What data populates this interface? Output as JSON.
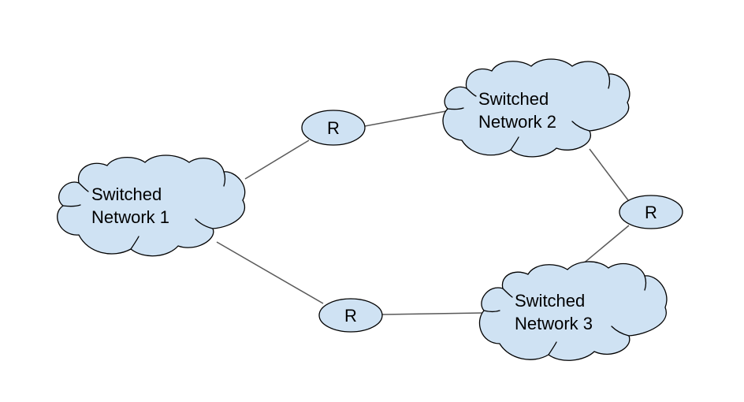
{
  "diagram": {
    "colors": {
      "node_fill": "#cfe2f3",
      "node_stroke": "#000000",
      "link_stroke": "#595959"
    },
    "networks": [
      {
        "id": "network-1",
        "line1": "Switched",
        "line2": "Network 1"
      },
      {
        "id": "network-2",
        "line1": "Switched",
        "line2": "Network 2"
      },
      {
        "id": "network-3",
        "line1": "Switched",
        "line2": "Network 3"
      }
    ],
    "routers": [
      {
        "id": "router-1",
        "label": "R",
        "connects": [
          "network-1",
          "network-2"
        ]
      },
      {
        "id": "router-2",
        "label": "R",
        "connects": [
          "network-2",
          "network-3"
        ]
      },
      {
        "id": "router-3",
        "label": "R",
        "connects": [
          "network-1",
          "network-3"
        ]
      }
    ]
  }
}
